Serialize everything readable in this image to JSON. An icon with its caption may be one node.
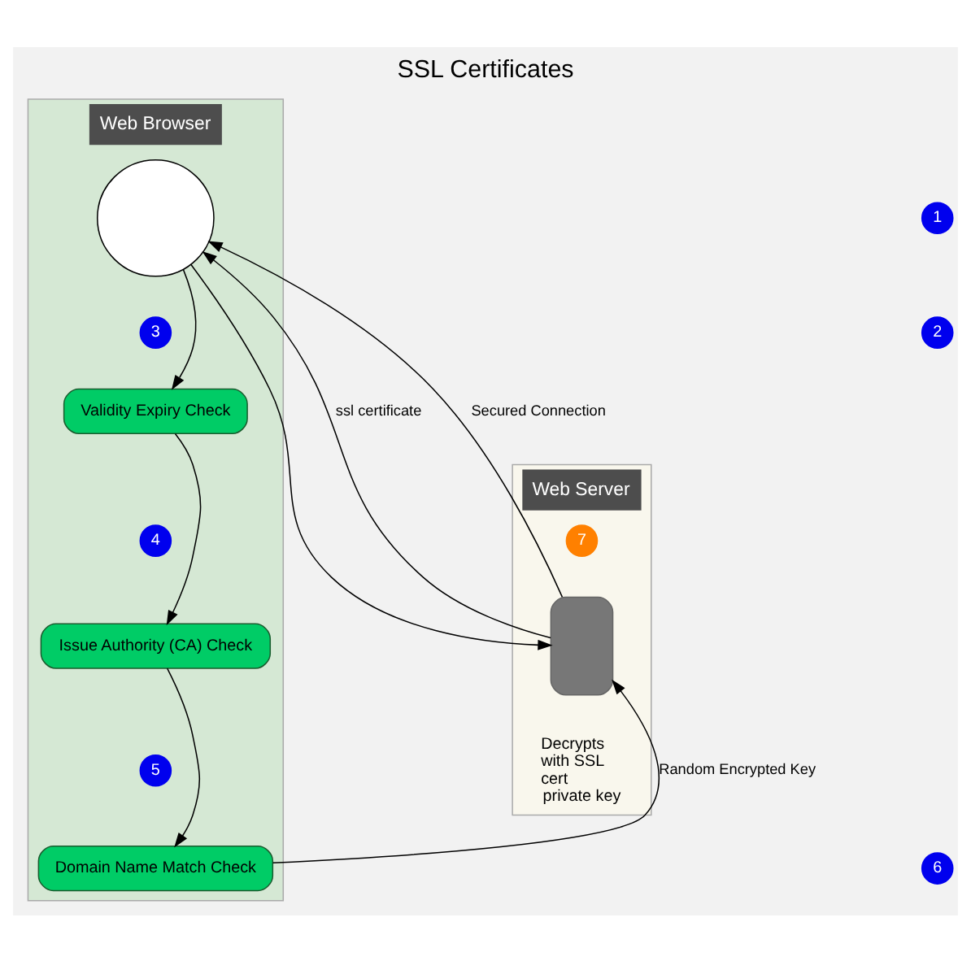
{
  "diagram": {
    "title": "SSL Certificates",
    "nodes": [
      {
        "text": [
          "Web Browser"
        ]
      },
      {
        "text": [],
        "shape": "circle",
        "in": 0
      },
      {
        "text": [
          "3"
        ],
        "in": 0
      },
      {
        "text": [
          "Validity Expiry Check"
        ],
        "in": 0
      },
      {
        "text": [
          "4"
        ],
        "in": 0
      },
      {
        "text": [
          "Issue Authority (CA) Check"
        ],
        "in": 0
      },
      {
        "text": [
          "5"
        ],
        "in": 0
      },
      {
        "text": [
          "Domain Name Match Check"
        ],
        "in": 0
      },
      {
        "text": [
          "1"
        ]
      },
      {
        "text": [
          "2"
        ]
      },
      {
        "text": [
          "6"
        ]
      },
      {
        "text": [
          "Web Server"
        ]
      },
      {
        "text": [
          "7"
        ],
        "in": 11
      },
      {
        "text": [],
        "shape": "box",
        "in": 11,
        "beside": [
          "Decrypts with SSL cert private key"
        ]
      }
    ],
    "edges": [
      {
        "from": 1,
        "to": 13,
        "arrow": "to"
      },
      {
        "from": 13,
        "to": 1,
        "arrow": "to",
        "label": "ssl certificate"
      },
      {
        "from": 13,
        "to": 1,
        "arrow": "to",
        "label": "Secured Connection"
      },
      {
        "from": 1,
        "to": 3,
        "arrow": "to"
      },
      {
        "from": 3,
        "to": 5,
        "arrow": "to"
      },
      {
        "from": 5,
        "to": 7,
        "arrow": "to"
      },
      {
        "from": 7,
        "to": 13,
        "arrow": "to",
        "label": "Random Encrypted Key"
      }
    ]
  }
}
